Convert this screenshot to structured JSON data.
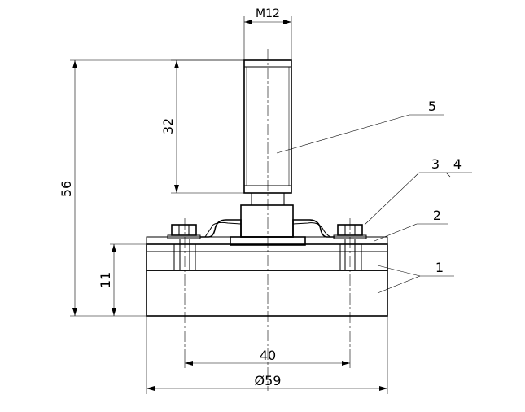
{
  "dimensions": {
    "thread": "M12",
    "stud_length": "32",
    "overall_height": "56",
    "base_height": "11",
    "bolt_spacing": "40",
    "base_diameter": "Ø59"
  },
  "part_labels": {
    "p1": "1",
    "p2": "2",
    "p3": "3",
    "p4": "4",
    "p5": "5"
  }
}
